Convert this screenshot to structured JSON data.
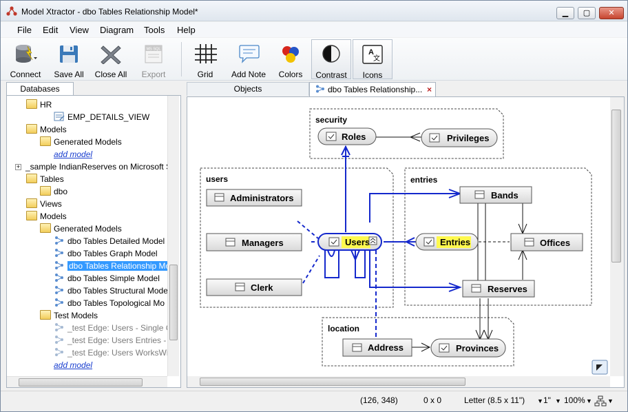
{
  "window": {
    "title": "Model Xtractor - dbo Tables Relationship Model*",
    "min": "▁",
    "max": "▢",
    "close": "✕"
  },
  "menu": [
    "File",
    "Edit",
    "View",
    "Diagram",
    "Tools",
    "Help"
  ],
  "toolbar": {
    "connect": "Connect",
    "save_all": "Save All",
    "close_all": "Close All",
    "export": "Export",
    "grid": "Grid",
    "add_note": "Add Note",
    "colors": "Colors",
    "contrast": "Contrast",
    "icons": "Icons",
    "export_icon_text": "MS SQL"
  },
  "left_panel": {
    "tab": "Databases",
    "tree": [
      {
        "label": "HR",
        "icon": "folder-icon"
      },
      {
        "label": "EMP_DETAILS_VIEW",
        "icon": "view-icon"
      },
      {
        "label": "Models",
        "icon": "folder-icon"
      },
      {
        "label": "Generated Models",
        "icon": "folder-icon"
      },
      {
        "label": "add model",
        "icon": "none"
      },
      {
        "label": "_sample IndianReserves on Microsoft S",
        "icon": "expand-icon"
      },
      {
        "label": "Tables",
        "icon": "folder-icon"
      },
      {
        "label": "dbo",
        "icon": "folder-icon"
      },
      {
        "label": "Views",
        "icon": "folder-icon"
      },
      {
        "label": "Models",
        "icon": "folder-icon"
      },
      {
        "label": "Generated Models",
        "icon": "folder-icon"
      },
      {
        "label": "dbo Tables Detailed Model",
        "icon": "model-icon"
      },
      {
        "label": "dbo Tables Graph Model",
        "icon": "model-icon"
      },
      {
        "label": "dbo Tables Relationship Mo",
        "icon": "model-icon"
      },
      {
        "label": "dbo Tables Simple Model",
        "icon": "model-icon"
      },
      {
        "label": "dbo Tables Structural Mode",
        "icon": "model-icon"
      },
      {
        "label": "dbo Tables Topological Mo",
        "icon": "model-icon"
      },
      {
        "label": "Test Models",
        "icon": "folder-icon"
      },
      {
        "label": "_test Edge: Users - Single Cl",
        "icon": "model-icon"
      },
      {
        "label": "_test Edge: Users Entries - T",
        "icon": "model-icon"
      },
      {
        "label": "_test Edge: Users WorksWith",
        "icon": "model-icon"
      },
      {
        "label": "add model",
        "icon": "none"
      }
    ]
  },
  "tabs": {
    "objects": "Objects",
    "diagram": "dbo Tables Relationship...",
    "close": "×"
  },
  "diagram": {
    "groups": {
      "security": "security",
      "users": "users",
      "entries": "entries",
      "location": "location"
    },
    "entities": {
      "roles": "Roles",
      "privileges": "Privileges",
      "administrators": "Administrators",
      "managers": "Managers",
      "clerk": "Clerk",
      "users": "Users",
      "entries": "Entries",
      "bands": "Bands",
      "offices": "Offices",
      "reserves": "Reserves",
      "address": "Address",
      "provinces": "Provinces"
    }
  },
  "status": {
    "coords": "(126, 348)",
    "size": "0 x 0",
    "paper": "Letter (8.5 x 11\")",
    "grid": "1\"",
    "zoom": "100%"
  }
}
